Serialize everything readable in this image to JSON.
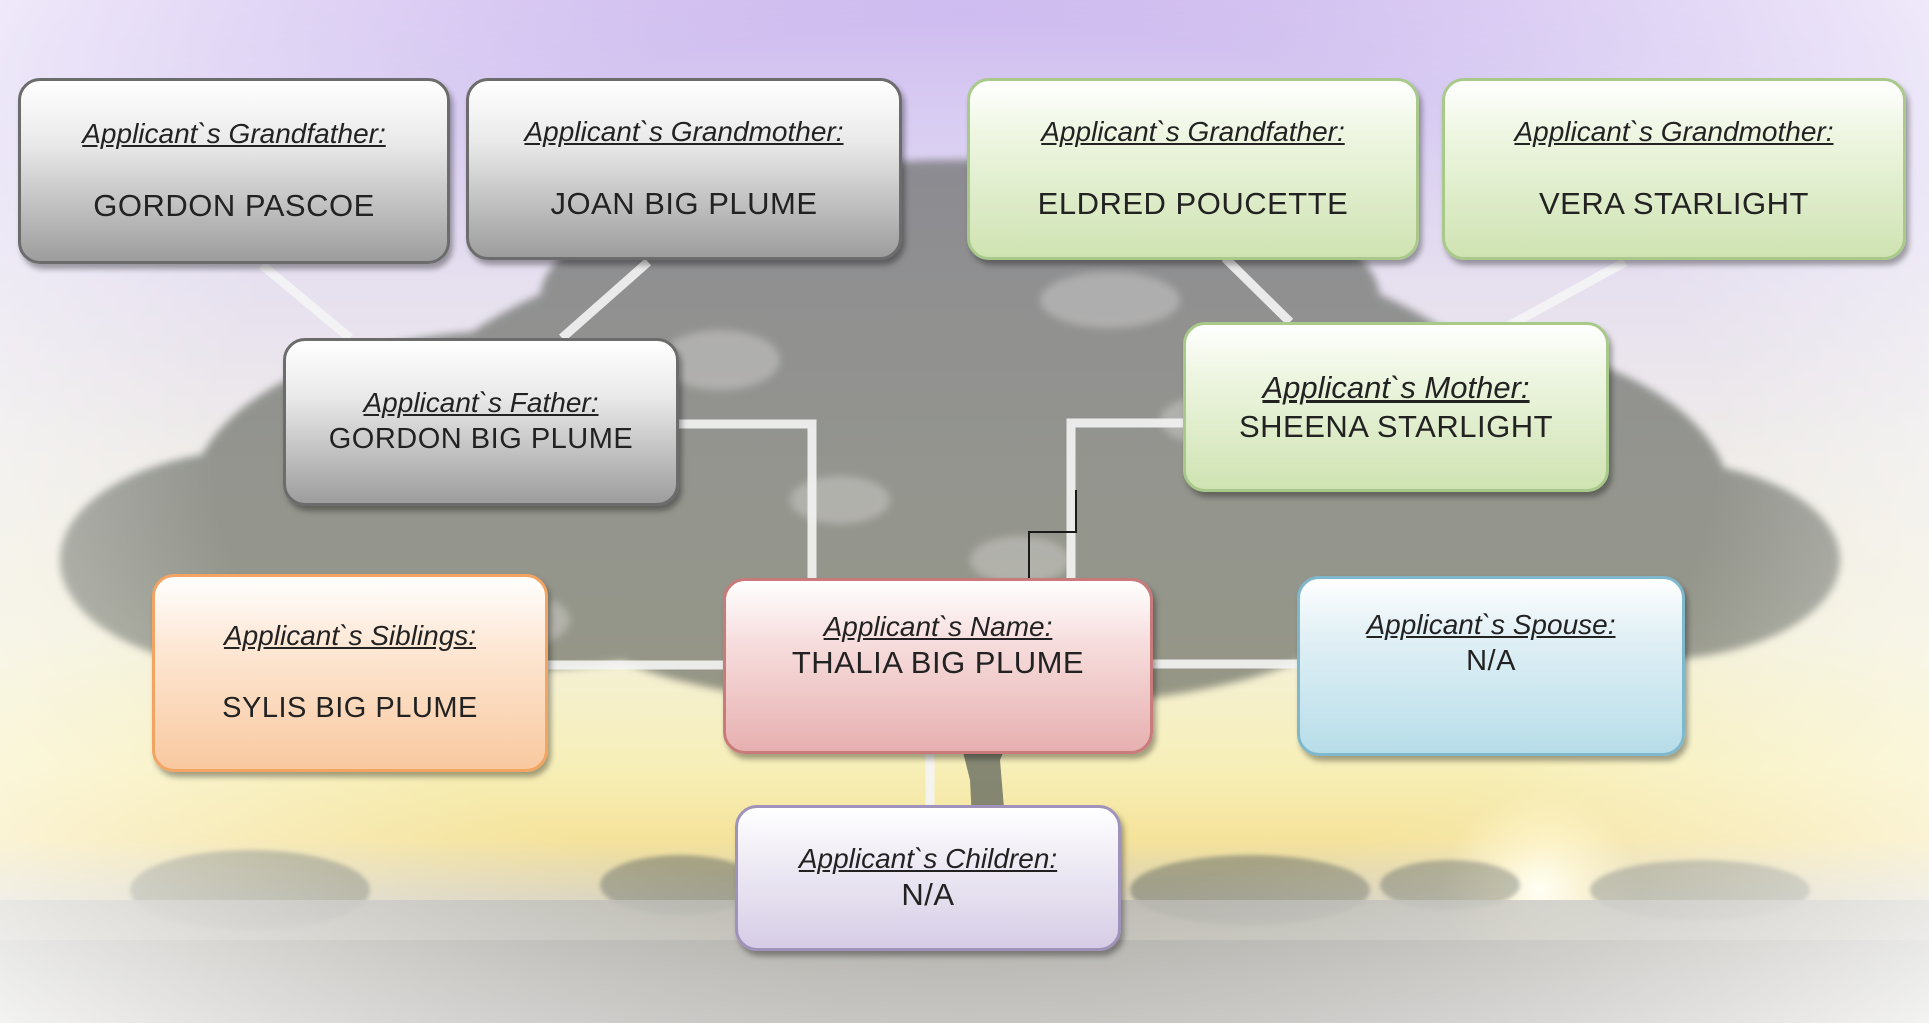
{
  "paternal_grandfather": {
    "title": "Applicant`s Grandfather:",
    "name": "GORDON PASCOE"
  },
  "paternal_grandmother": {
    "title": "Applicant`s Grandmother:",
    "name": "JOAN BIG PLUME"
  },
  "maternal_grandfather": {
    "title": "Applicant`s Grandfather:",
    "name": "ELDRED POUCETTE"
  },
  "maternal_grandmother": {
    "title": "Applicant`s Grandmother:",
    "name": "VERA STARLIGHT"
  },
  "father": {
    "title": "Applicant`s Father:",
    "name": "GORDON BIG PLUME"
  },
  "mother": {
    "title": "Applicant`s Mother:",
    "name": "SHEENA STARLIGHT"
  },
  "siblings": {
    "title": "Applicant`s Siblings:",
    "name": "SYLIS BIG PLUME"
  },
  "applicant": {
    "title": "Applicant`s Name:",
    "name": "THALIA BIG PLUME"
  },
  "spouse": {
    "title": "Applicant`s Spouse:",
    "name": "N/A"
  },
  "children": {
    "title": "Applicant`s Children:",
    "name": "N/A"
  },
  "colors": {
    "paternal": "#9d9d9d",
    "maternal": "#cfe3b2",
    "siblings": "#f9c9a0",
    "applicant": "#e7b0b0",
    "spouse": "#b7dde9",
    "children": "#d6cde6"
  }
}
